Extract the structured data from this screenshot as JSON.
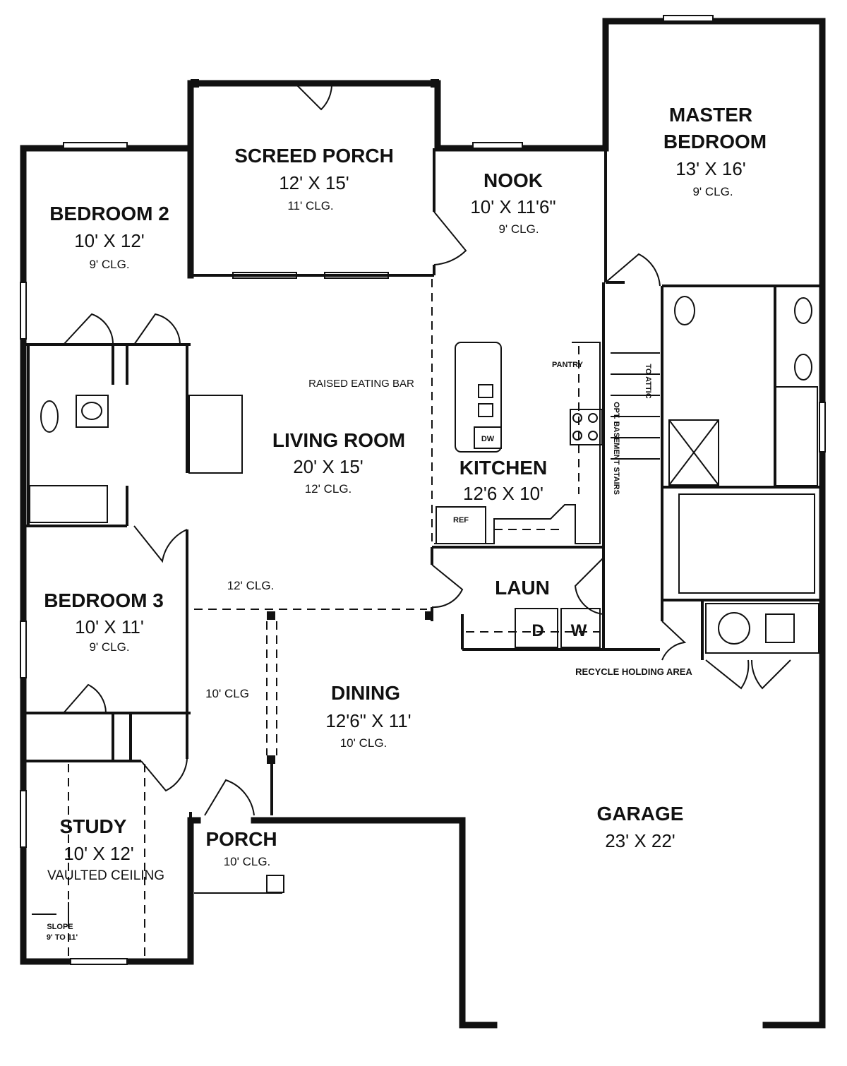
{
  "rooms": {
    "screened_porch": {
      "name": "SCREED PORCH",
      "size": "12' X 15'",
      "ceiling": "11' CLG."
    },
    "nook": {
      "name": "NOOK",
      "size": "10' X 11'6\"",
      "ceiling": "9' CLG."
    },
    "master_bedroom": {
      "name_line1": "MASTER",
      "name_line2": "BEDROOM",
      "size": "13' X 16'",
      "ceiling": "9' CLG."
    },
    "bedroom2": {
      "name": "BEDROOM 2",
      "size": "10' X 12'",
      "ceiling": "9' CLG."
    },
    "living_room": {
      "name": "LIVING ROOM",
      "size": "20' X 15'",
      "ceiling": "12' CLG."
    },
    "kitchen": {
      "name": "KITCHEN",
      "size": "12'6 X 10'"
    },
    "laundry": {
      "name": "LAUN"
    },
    "bedroom3": {
      "name": "BEDROOM 3",
      "size": "10' X 11'",
      "ceiling": "9' CLG."
    },
    "dining": {
      "name": "DINING",
      "size": "12'6\" X 11'",
      "ceiling": "10' CLG."
    },
    "garage": {
      "name": "GARAGE",
      "size": "23' X 22'"
    },
    "study": {
      "name": "STUDY",
      "size": "10' X 12'",
      "ceiling": "VAULTED CEILING",
      "slope_line1": "SLOPE",
      "slope_line2": "9' TO 11'"
    },
    "porch": {
      "name": "PORCH",
      "ceiling": "10' CLG."
    }
  },
  "notes": {
    "raised_eating_bar": "RAISED EATING BAR",
    "pantry": "PANTRY",
    "dw": "DW",
    "ref": "REF",
    "to_attic": "TO ATTIC",
    "basement_stairs": "OPT. BASEMENT STAIRS",
    "dryer": "D",
    "washer": "W",
    "recycle": "RECYCLE HOLDING AREA",
    "living_clg": "12' CLG.",
    "dining_side_clg": "10' CLG"
  }
}
